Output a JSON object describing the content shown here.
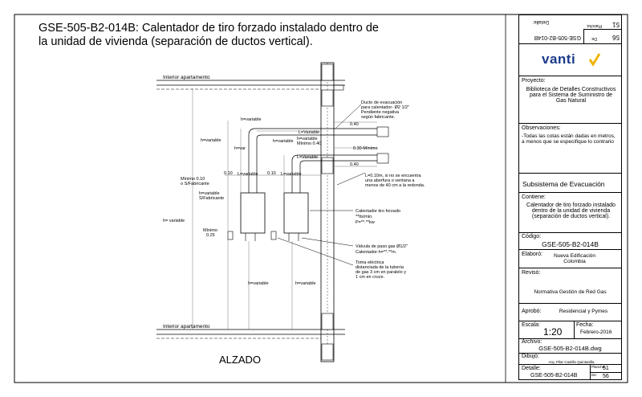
{
  "title": "GSE-505-B2-014B: Calentador de tiro forzado instalado dentro de la unidad de vivienda (separación de ductos vertical).",
  "drawing": {
    "floor_top": "Interior apartamento",
    "floor_bottom": "Interior apartamento",
    "view_label": "ALZADO",
    "annotations": {
      "ducto": [
        "Ducto de evacuación",
        "para calentador-  Ø2 1/2\"",
        "Pendiente negativa",
        "según fabricante."
      ],
      "dim_040_a": "0.40",
      "dim_030": "0.30-Mínimo",
      "dim_040_b": "0.40",
      "l_variable_1": "L=Variable",
      "l_variable_2": "L=Variable",
      "l_variable_3": "L=variable",
      "l_variable_4": "L=variable",
      "h_variable_1": "h=variable",
      "h_variable_2": "h=variable",
      "h_variable_3": "h=variable",
      "h_variable_4": "h=variable",
      "h_var": "h=var",
      "h_variable_min": [
        "h=variable",
        "Mínimo 0.40"
      ],
      "dim_010_a": "0.10",
      "dim_010_b": "0.10",
      "minimo_010": [
        "Mínimo 0.10",
        "o S/Fabricante"
      ],
      "h_variable_fab": [
        "h=variable",
        "S/Fabricante"
      ],
      "h_variable_left": "h= variable",
      "minimo_025": [
        "Mínimo",
        "0.25"
      ],
      "h_variable_bottom_1": "h=variable",
      "h_variable_bottom_2": "h=variable",
      "nota_l": [
        "L=0.10m, si no se encuentra",
        "una aberfura o ventana a",
        "menos de 40 cm a la redonda."
      ],
      "calentador": [
        "Calentador tiro forzado",
        "**lts/min.",
        "P=**.**kw"
      ],
      "valvula": [
        "Válvula de paso gas Ø1/2\"",
        "Calentador-h=**.**m."
      ],
      "toma": [
        "Toma eléctrica",
        "distanciada de la tubería",
        "de gas 3 cm en paralelo y",
        "1 cm en cruce."
      ]
    }
  },
  "title_block": {
    "flipped": {
      "code": "GSE-505-B2-014B",
      "detalle_label": "Detalle:",
      "plancha_label": "Plancha:",
      "plancha_value": "51",
      "de_label": "De:",
      "de_value": "56"
    },
    "brand": "vanti",
    "proyecto_label": "Proyecto:",
    "proyecto_value": "Biblioteca de Detalles Constructivos para el Sistema de Suministro de Gas Natural",
    "observaciones_label": "Observaciones:",
    "observaciones_value": "-Todas las cotas están dadas en metros, a menos que se especifique lo contrario",
    "subsistema": "Subsistema de Evacuación",
    "contiene_label": "Contiene:",
    "contiene_value": "Calentador de tiro forzado instalado dentro de la unidad de vivienda (separación de ductos vertical).",
    "codigo_label": "Código:",
    "codigo_value": "GSE-505-B2-014B",
    "elaboro_label": "Elaboró:",
    "elaboro_value": "Nueva Edificación Colombia",
    "reviso_label": "Revisó:",
    "reviso_value": "Normativa Gestión de Red Gas",
    "aprobo_label": "Aprobó:",
    "aprobo_value": "Residencial y Pymes",
    "escala_label": "Escala:",
    "escala_value": "1:20",
    "fecha_label": "Fecha:",
    "fecha_value": "Febrero-2016",
    "archivo_label": "Archivo:",
    "archivo_value": "GSE-505-B2-014B.dwg",
    "dibujo_label": "Dibujó:",
    "dibujo_value": "Arq. Pilar Castillo Quintanilla",
    "detalle_label": "Detalle:",
    "detalle_value": "GSE-505-B2-014B",
    "plancha_label": "Plancha:",
    "plancha_value": "51",
    "de_label": "De:",
    "de_value": "56"
  },
  "colors": {
    "line": "#000000",
    "accent": "#f0b400",
    "brand": "#1a3a8a",
    "dim": "#555555"
  }
}
